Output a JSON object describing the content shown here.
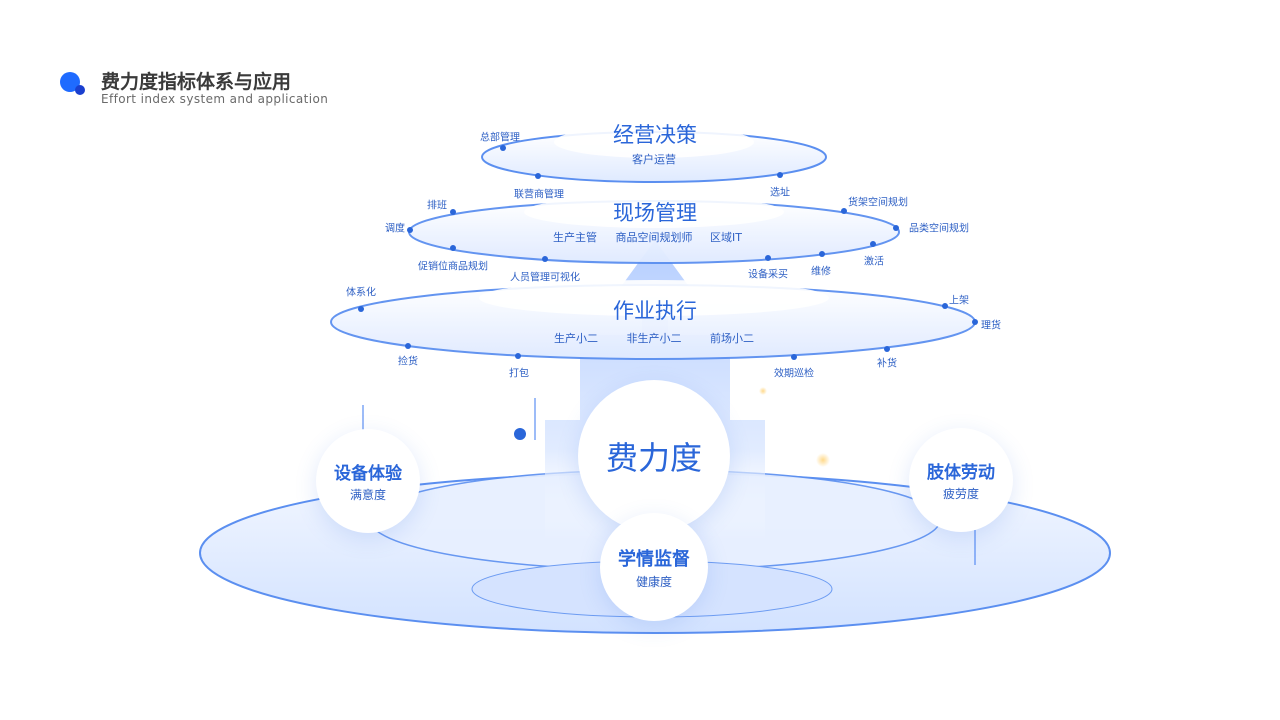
{
  "header": {
    "title": "费力度指标体系与应用",
    "subtitle": "Effort index system and application"
  },
  "colors": {
    "accent": "#2a66d9",
    "accent_dark": "#1a3fcf",
    "ring": "#5b8ff0",
    "ring_fill": "#e9f1ff"
  },
  "layers": {
    "top": {
      "title": "经营决策",
      "subs": [
        "客户运营"
      ],
      "points": [
        "总部管理",
        "联营商管理",
        "选址"
      ]
    },
    "middle": {
      "title": "现场管理",
      "subs": [
        "生产主管",
        "商品空间规划师",
        "区域IT"
      ],
      "points": [
        "排班",
        "调度",
        "促销位商品规划",
        "人员管理可视化",
        "设备采买",
        "维修",
        "激活",
        "品类空间规划",
        "货架空间规划"
      ]
    },
    "bottom": {
      "title": "作业执行",
      "subs": [
        "生产小二",
        "非生产小二",
        "前场小二"
      ],
      "points": [
        "体系化",
        "捡货",
        "打包",
        "效期巡检",
        "补货",
        "理货",
        "上架"
      ]
    }
  },
  "center": {
    "title": "费力度"
  },
  "bubbles": {
    "left": {
      "title": "设备体验",
      "sub": "满意度"
    },
    "right": {
      "title": "肢体劳动",
      "sub": "疲劳度"
    },
    "front": {
      "title": "学情监督",
      "sub": "健康度"
    }
  }
}
